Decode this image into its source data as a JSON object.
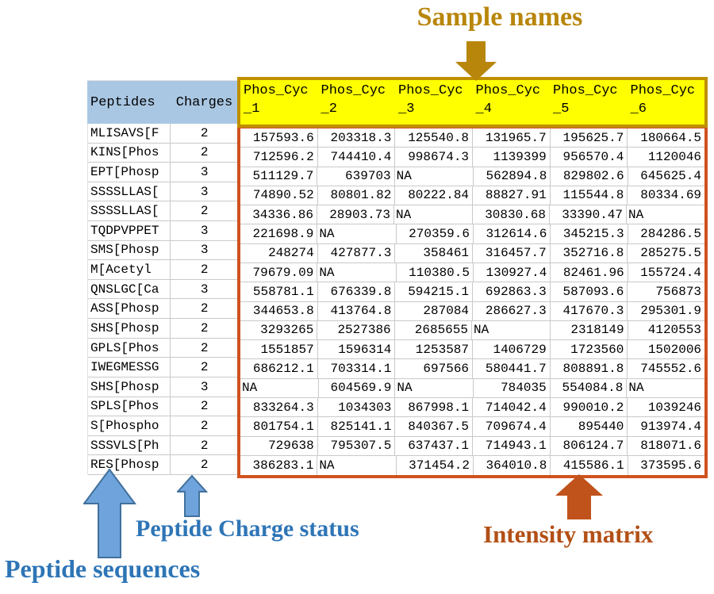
{
  "annotations": {
    "sample_names": "Sample names",
    "peptide_sequences": "Peptide sequences",
    "peptide_charge_status": "Peptide Charge status",
    "intensity_matrix": "Intensity matrix"
  },
  "colors": {
    "sample_names_text": "#B8860B",
    "yellow_header_bg": "#FFFF00",
    "yellow_box_border": "#BF8F00",
    "blue_header_bg": "#A9C7E3",
    "matrix_border": "#D0521E",
    "blue_annotation_text": "#2E75B6",
    "blue_arrow_fill": "#6FA3DB",
    "blue_arrow_stroke": "#41719C",
    "orange_annotation": "#C0521B"
  },
  "table": {
    "left_columns": [
      "Peptides",
      "Charges"
    ],
    "sample_columns": [
      "Phos_Cyc_1",
      "Phos_Cyc_2",
      "Phos_Cyc_3",
      "Phos_Cyc_4",
      "Phos_Cyc_5",
      "Phos_Cyc_6"
    ],
    "na_text": "NA",
    "rows": [
      {
        "peptide": "MLISAVS[F",
        "charge": "2",
        "values": [
          "157593.6",
          "203318.3",
          "125540.8",
          "131965.7",
          "195625.7",
          "180664.5"
        ]
      },
      {
        "peptide": "KINS[Phos",
        "charge": "2",
        "values": [
          "712596.2",
          "744410.4",
          "998674.3",
          "1139399",
          "956570.4",
          "1120046"
        ]
      },
      {
        "peptide": "EPT[Phosp",
        "charge": "3",
        "values": [
          "511129.7",
          "639703",
          "NA",
          "562894.8",
          "829802.6",
          "645625.4"
        ]
      },
      {
        "peptide": "SSSSLLAS[",
        "charge": "3",
        "values": [
          "74890.52",
          "80801.82",
          "80222.84",
          "88827.91",
          "115544.8",
          "80334.69"
        ]
      },
      {
        "peptide": "SSSSLLAS[",
        "charge": "2",
        "values": [
          "34336.86",
          "28903.73",
          "NA",
          "30830.68",
          "33390.47",
          "NA"
        ]
      },
      {
        "peptide": "TQDPVPPET",
        "charge": "3",
        "values": [
          "221698.9",
          "NA",
          "270359.6",
          "312614.6",
          "345215.3",
          "284286.5"
        ]
      },
      {
        "peptide": "SMS[Phosp",
        "charge": "3",
        "values": [
          "248274",
          "427877.3",
          "358461",
          "316457.7",
          "352716.8",
          "285275.5"
        ]
      },
      {
        "peptide": "M[Acetyl",
        "charge": "2",
        "values": [
          "79679.09",
          "NA",
          "110380.5",
          "130927.4",
          "82461.96",
          "155724.4"
        ]
      },
      {
        "peptide": "QNSLGC[Ca",
        "charge": "3",
        "values": [
          "558781.1",
          "676339.8",
          "594215.1",
          "692863.3",
          "587093.6",
          "756873"
        ]
      },
      {
        "peptide": "ASS[Phosp",
        "charge": "2",
        "values": [
          "344653.8",
          "413764.8",
          "287084",
          "286627.3",
          "417670.3",
          "295301.9"
        ]
      },
      {
        "peptide": "SHS[Phosp",
        "charge": "2",
        "values": [
          "3293265",
          "2527386",
          "2685655",
          "NA",
          "2318149",
          "4120553"
        ]
      },
      {
        "peptide": "GPLS[Phos",
        "charge": "2",
        "values": [
          "1551857",
          "1596314",
          "1253587",
          "1406729",
          "1723560",
          "1502006"
        ]
      },
      {
        "peptide": "IWEGMESSG",
        "charge": "2",
        "values": [
          "686212.1",
          "703314.1",
          "697566",
          "580441.7",
          "808891.8",
          "745552.6"
        ]
      },
      {
        "peptide": "SHS[Phosp",
        "charge": "3",
        "values": [
          "NA",
          "604569.9",
          "NA",
          "784035",
          "554084.8",
          "NA"
        ]
      },
      {
        "peptide": "SPLS[Phos",
        "charge": "2",
        "values": [
          "833264.3",
          "1034303",
          "867998.1",
          "714042.4",
          "990010.2",
          "1039246"
        ]
      },
      {
        "peptide": "S[Phospho",
        "charge": "2",
        "values": [
          "801754.1",
          "825141.1",
          "840367.5",
          "709674.4",
          "895440",
          "913974.4"
        ]
      },
      {
        "peptide": "SSSVLS[Ph",
        "charge": "2",
        "values": [
          "729638",
          "795307.5",
          "637437.1",
          "714943.1",
          "806124.7",
          "818071.6"
        ]
      },
      {
        "peptide": "RES[Phosp",
        "charge": "2",
        "values": [
          "386283.1",
          "NA",
          "371454.2",
          "364010.8",
          "415586.1",
          "373595.6"
        ]
      }
    ]
  }
}
